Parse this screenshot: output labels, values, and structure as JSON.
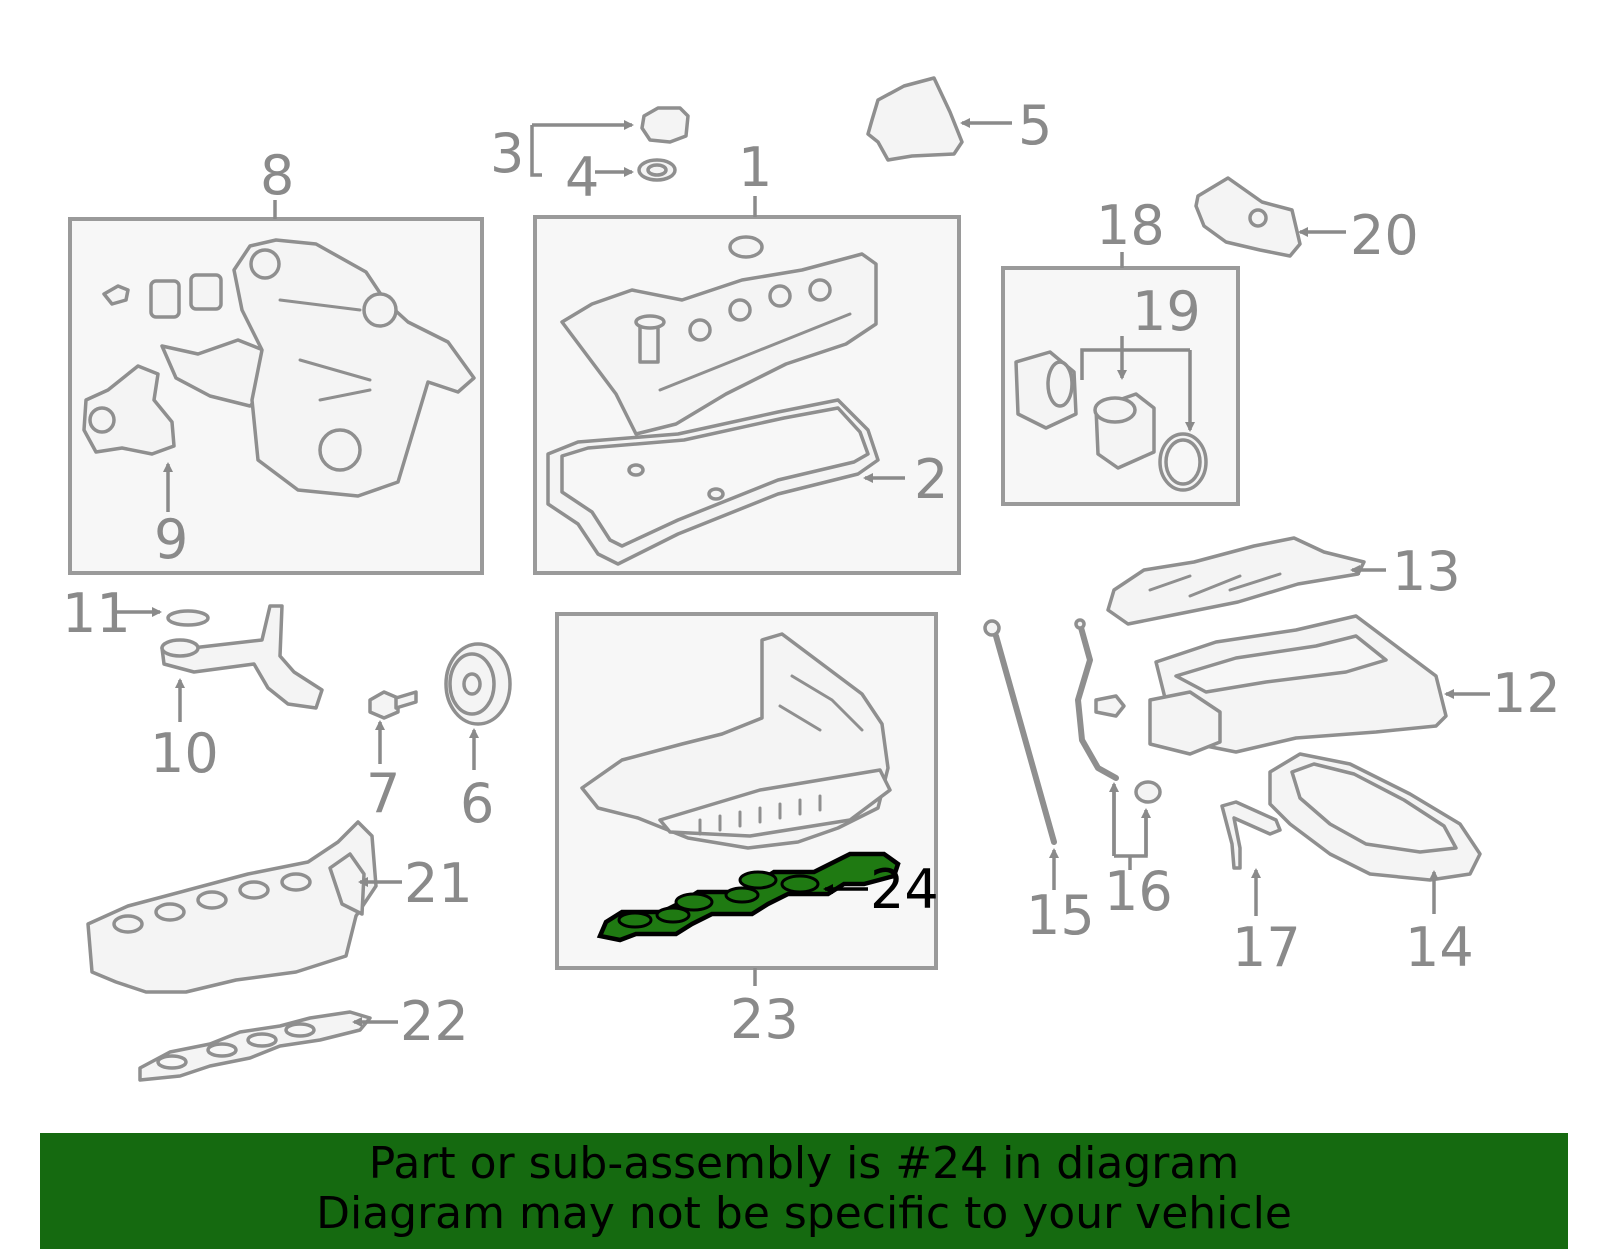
{
  "callouts": [
    "1",
    "2",
    "3",
    "4",
    "5",
    "6",
    "7",
    "8",
    "9",
    "10",
    "11",
    "12",
    "13",
    "14",
    "15",
    "16",
    "17",
    "18",
    "19",
    "20",
    "21",
    "22",
    "23",
    "24"
  ],
  "highlighted_callout": "24",
  "banner": {
    "line1": "Part or sub-assembly is #24 in diagram",
    "line2": "Diagram may not be specific to your vehicle"
  },
  "colors": {
    "banner_bg": "#156a10",
    "highlight_fill": "#1f7a12",
    "line_gray": "#8f8f8f",
    "box_bg": "#f7f7f7"
  }
}
